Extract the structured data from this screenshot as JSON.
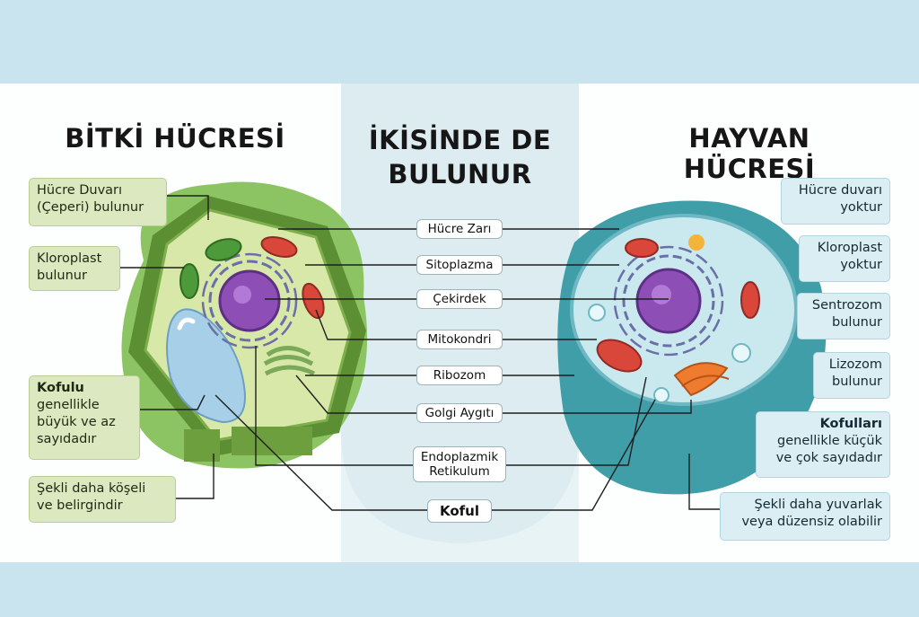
{
  "titles": {
    "plant": "BİTKİ HÜCRESİ",
    "both_line1": "İKİSİNDE DE",
    "both_line2": "BULUNUR",
    "animal": "HAYVAN HÜCRESİ"
  },
  "plant_notes": [
    {
      "line1": "Hücre Duvarı",
      "line2": "(Çeperi) bulunur"
    },
    {
      "line1": "Kloroplast",
      "line2": "bulunur"
    },
    {
      "line1_bold": "Kofulu",
      "line2": "genellikle",
      "line3": "büyük ve az",
      "line4": "sayıdadır"
    },
    {
      "line1": "Şekli daha köşeli",
      "line2": "ve belirgindir"
    }
  ],
  "common_parts": [
    "Hücre Zarı",
    "Sitoplazma",
    "Çekirdek",
    "Mitokondri",
    "Ribozom",
    "Golgi Aygıtı",
    {
      "line1": "Endoplazmik",
      "line2": "Retikulum"
    },
    "Koful"
  ],
  "animal_notes": [
    {
      "line1": "Hücre duvarı",
      "line2": "yoktur"
    },
    {
      "line1": "Kloroplast",
      "line2": "yoktur"
    },
    {
      "line1": "Sentrozom",
      "line2": "bulunur"
    },
    {
      "line1": "Lizozom",
      "line2": "bulunur"
    },
    {
      "line1_bold": "Kofulları",
      "line2": "genellikle küçük",
      "line3": "ve çok sayıdadır"
    },
    {
      "line1": "Şekli daha yuvarlak",
      "line2": "veya düzensiz olabilir"
    }
  ],
  "colors": {
    "plant_blob": "#8cc463",
    "plant_wall": "#5c8f34",
    "plant_cyto": "#d8e8a8",
    "vacuole": "#a7cfe8",
    "nucleus": "#8d4fb5",
    "animal_blob": "#3f9ea8",
    "animal_cyto": "#c9e9ef",
    "mito": "#d9463a",
    "golgi": "#ef7b2e",
    "er": "#6b6fa8"
  }
}
